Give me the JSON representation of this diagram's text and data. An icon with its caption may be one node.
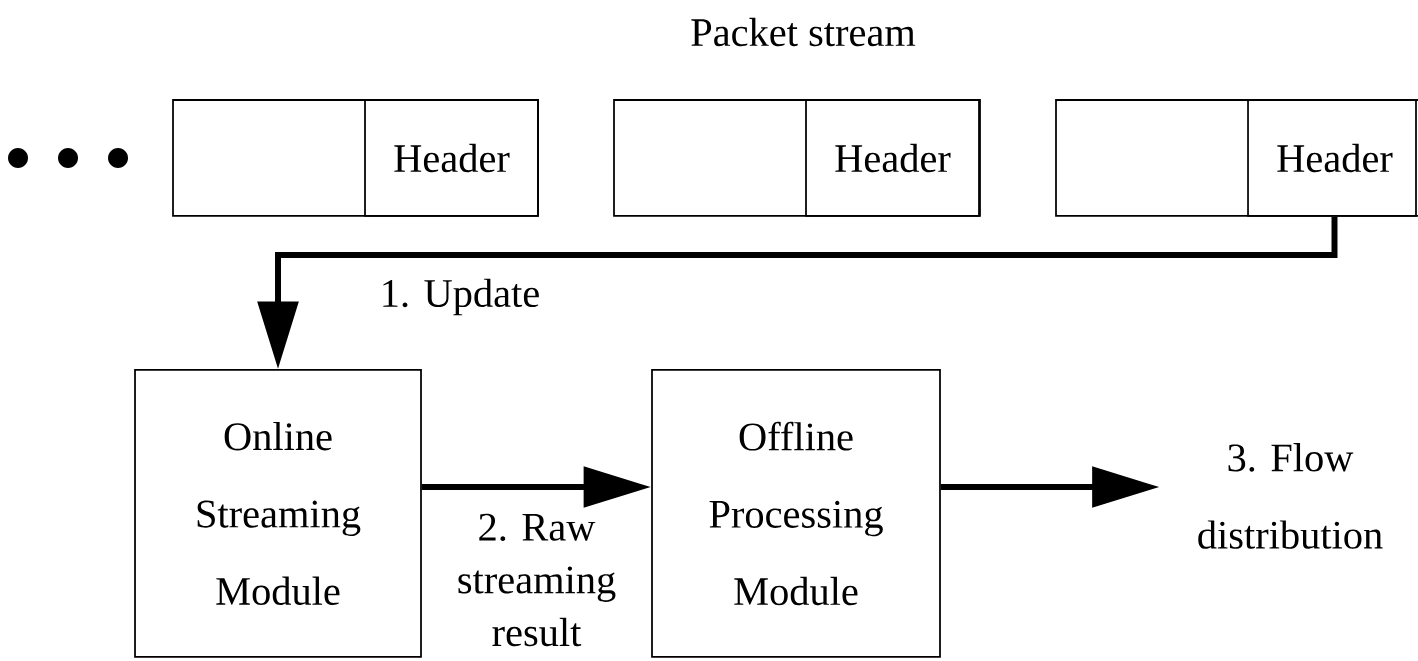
{
  "diagram": {
    "title": "Packet stream",
    "nodes": [
      {
        "text": [],
        "shape": "box"
      },
      {
        "text": [
          "Header"
        ],
        "in": 0
      },
      {
        "text": [],
        "shape": "box"
      },
      {
        "text": [
          "Header"
        ],
        "in": 2
      },
      {
        "text": [],
        "shape": "box"
      },
      {
        "text": [
          "Header"
        ],
        "in": 4
      },
      {
        "text": [
          "Online Streaming Module"
        ]
      },
      {
        "text": [
          "Offline Processing Module"
        ]
      },
      {
        "text": [
          "3. Flow distribution"
        ]
      }
    ],
    "edges": [
      {
        "from": 5,
        "to": 6,
        "arrow": "to",
        "label": "1. Update"
      },
      {
        "from": 6,
        "to": 7,
        "arrow": "to",
        "label": "2. Raw streaming result"
      },
      {
        "from": 7,
        "to": 8,
        "arrow": "to"
      }
    ]
  }
}
